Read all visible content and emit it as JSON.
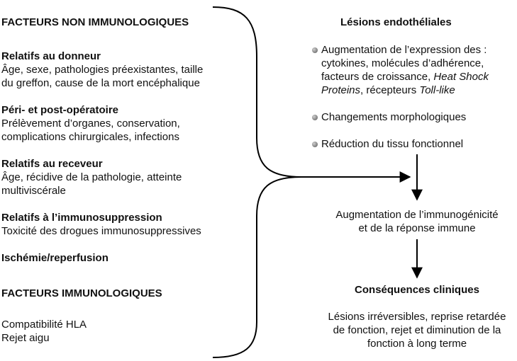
{
  "left": {
    "non_immuno_title": "FACTEURS NON IMMUNOLOGIQUES",
    "groups": [
      {
        "title": "Relatifs au donneur",
        "lines": [
          "Âge, sexe, pathologies préexistantes, taille",
          "du greffon, cause de la mort encéphalique"
        ]
      },
      {
        "title": "Péri- et post-opératoire",
        "lines": [
          "Prélèvement d’organes, conservation,",
          "complications chirurgicales, infections"
        ]
      },
      {
        "title": "Relatifs au receveur",
        "lines": [
          "Âge, récidive de la pathologie, atteinte",
          "multiviscérale"
        ]
      },
      {
        "title": "Relatifs à l’immunosuppression",
        "lines": [
          "Toxicité des drogues immunosuppressives"
        ]
      },
      {
        "title": "Ischémie/reperfusion",
        "lines": []
      }
    ],
    "immuno_title": "FACTEURS  IMMUNOLOGIQUES",
    "immuno_lines": [
      "Compatibilité HLA",
      "Rejet aigu"
    ]
  },
  "right": {
    "lesions_title": "Lésions endothéliales",
    "bullet1": {
      "line1": "Augmentation de l’expression des :",
      "line2": "cytokines, molécules d’adhérence,",
      "line3_a": "facteurs de croissance, ",
      "line3_b": "Heat Shock",
      "line4_a": "Proteins",
      "line4_b": ", récepteurs ",
      "line4_c": "Toll-like"
    },
    "bullet2": "Changements morphologiques",
    "bullet3": "Réduction du tissu fonctionnel",
    "immunogenicity": [
      "Augmentation de l’immunogénicité",
      "et de la réponse immune"
    ],
    "consequences_title": "Conséquences cliniques",
    "consequences": [
      "Lésions irréversibles, reprise retardée",
      "de fonction, rejet et diminution de la",
      "fonction à long terme"
    ]
  }
}
